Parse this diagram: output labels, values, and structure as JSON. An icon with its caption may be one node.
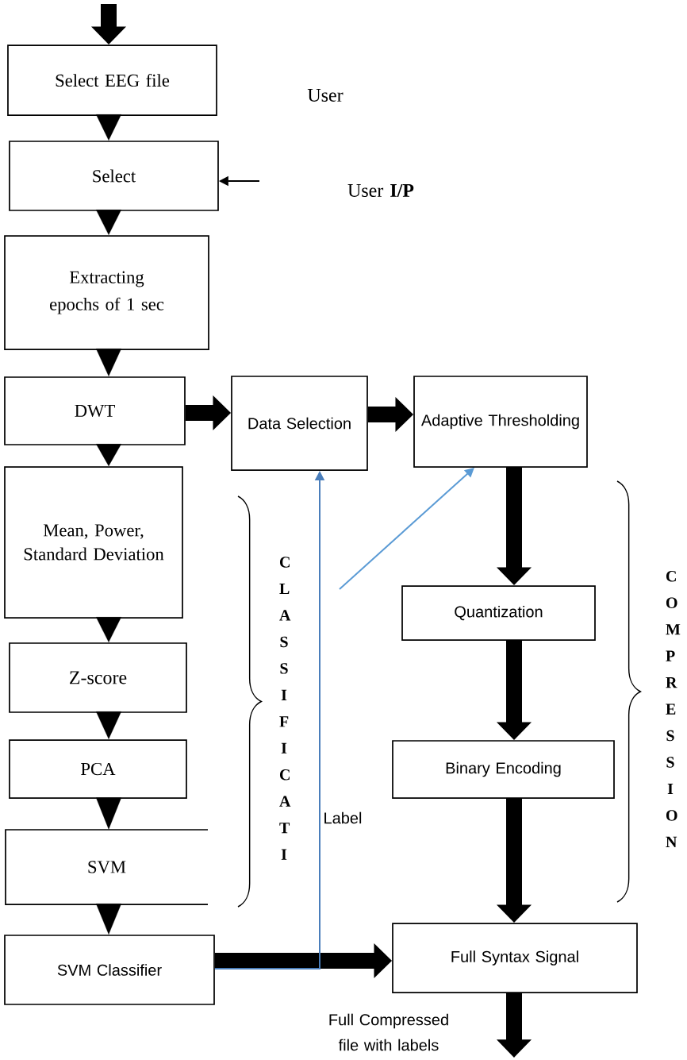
{
  "diagram": {
    "nodes": [
      {
        "text": [
          "Select EEG file"
        ]
      },
      {
        "text": [
          "Select"
        ]
      },
      {
        "text": [
          "Extracting epochs of 1 sec"
        ]
      },
      {
        "text": [
          "DWT"
        ]
      },
      {
        "text": [
          "Data Selection"
        ]
      },
      {
        "text": [
          "Adaptive Thresholding"
        ]
      },
      {
        "text": [
          "Mean, Power, Standard Deviation"
        ]
      },
      {
        "text": [
          "Z-score"
        ]
      },
      {
        "text": [
          "PCA"
        ]
      },
      {
        "text": [
          "SVM"
        ]
      },
      {
        "text": [
          "SVM Classifier"
        ]
      },
      {
        "text": [
          "Quantization"
        ]
      },
      {
        "text": [
          "Binary Encoding"
        ]
      },
      {
        "text": [
          "Full Syntax Signal"
        ]
      }
    ],
    "edges": [
      {
        "from": null,
        "to": 0,
        "arrow": "to"
      },
      {
        "from": 0,
        "to": 1,
        "arrow": "to"
      },
      {
        "from": null,
        "to": 1,
        "arrow": "to"
      },
      {
        "from": 1,
        "to": 2,
        "arrow": "to"
      },
      {
        "from": 2,
        "to": 3,
        "arrow": "to"
      },
      {
        "from": 3,
        "to": 4,
        "arrow": "to"
      },
      {
        "from": 4,
        "to": 5,
        "arrow": "to"
      },
      {
        "from": 3,
        "to": 6,
        "arrow": "to"
      },
      {
        "from": 6,
        "to": 7,
        "arrow": "to"
      },
      {
        "from": 7,
        "to": 8,
        "arrow": "to"
      },
      {
        "from": 8,
        "to": 9,
        "arrow": "to"
      },
      {
        "from": 9,
        "to": 10,
        "arrow": "to"
      },
      {
        "from": 10,
        "to": 13,
        "arrow": "to"
      },
      {
        "from": 10,
        "to": 4,
        "arrow": "to",
        "label": "Label",
        "color": "#4a7ebb"
      },
      {
        "from": null,
        "to": 5,
        "arrow": "to",
        "color": "#5b9bd5"
      },
      {
        "from": 5,
        "to": 11,
        "arrow": "to"
      },
      {
        "from": 11,
        "to": 12,
        "arrow": "to"
      },
      {
        "from": 12,
        "to": 13,
        "arrow": "to"
      },
      {
        "from": 13,
        "to": null,
        "arrow": "to",
        "label": "Full Compressed file with labels"
      }
    ],
    "labels": [
      "User",
      "User **I/P**",
      "C L A S S I F I C A T I",
      "C O M P R E S S I O N"
    ]
  }
}
